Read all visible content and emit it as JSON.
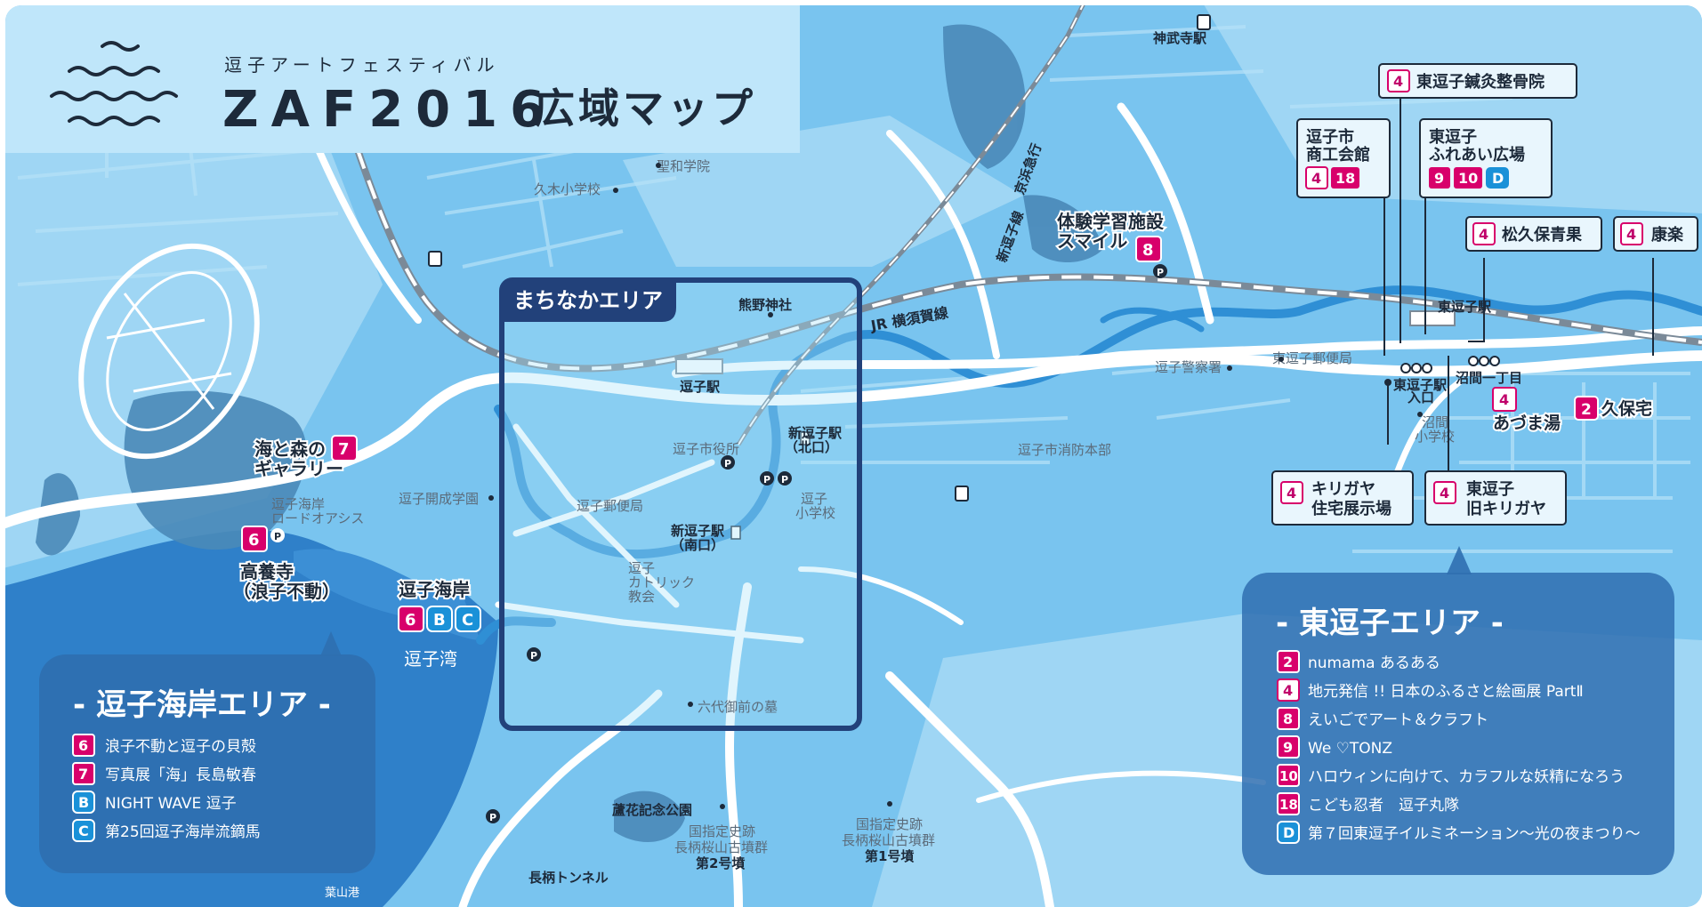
{
  "title": {
    "subtitle": "逗子アートフェスティバル",
    "main": "ZAF2016",
    "suffix": "広域マップ"
  },
  "colors": {
    "sea": "#2f80c9",
    "land": "#79c4ef",
    "land_light": "#a9dcf6",
    "road": "#ffffff",
    "badge_magenta": "#d8006b",
    "badge_blue": "#1a91d8",
    "panel_navy": "#274f86",
    "label_dark": "#1d2a3a"
  },
  "areas": {
    "machinaka": "まちなかエリア",
    "zushi_coast": {
      "title": "- 逗子海岸エリア -",
      "items": [
        {
          "badge": "6",
          "color": "magenta",
          "text": "浪子不動と逗子の貝殻"
        },
        {
          "badge": "7",
          "color": "magenta",
          "text": "写真展「海」長島敏春"
        },
        {
          "badge": "B",
          "color": "blue",
          "text": "NIGHT WAVE 逗子"
        },
        {
          "badge": "C",
          "color": "blue",
          "text": "第25回逗子海岸流鏑馬"
        }
      ]
    },
    "higashi_zushi": {
      "title": "- 東逗子エリア -",
      "items": [
        {
          "badge": "2",
          "color": "magenta",
          "text": "numama あるある"
        },
        {
          "badge": "4",
          "color": "magenta",
          "text": "地元発信 !! 日本のふるさと絵画展 PartⅡ"
        },
        {
          "badge": "8",
          "color": "magenta",
          "text": "えいごでアート＆クラフト"
        },
        {
          "badge": "9",
          "color": "magenta",
          "text": "We ♡TONZ"
        },
        {
          "badge": "10",
          "color": "magenta",
          "text": "ハロウィンに向けて、カラフルな妖精になろう"
        },
        {
          "badge": "18",
          "color": "magenta",
          "text": "こども忍者　逗子丸隊"
        },
        {
          "badge": "D",
          "color": "blue",
          "text": "第７回東逗子イルミネーション〜光の夜まつり〜"
        }
      ]
    }
  },
  "venues": {
    "umi_mori": {
      "l1": "海と森の",
      "l2": "ギャラリー",
      "badge": "7"
    },
    "koyoji": {
      "l1": "高養寺",
      "l2": "（浪子不動）",
      "badge": "6"
    },
    "zushi_kaigan": {
      "name": "逗子海岸",
      "badges": [
        "6",
        "B",
        "C"
      ]
    },
    "taiken": {
      "l1": "体験学習施設",
      "l2": "スマイル",
      "badge": "8"
    },
    "shokokai": {
      "l1": "逗子市",
      "l2": "商工会館",
      "badges": [
        "4",
        "18"
      ]
    },
    "fureai": {
      "l1": "東逗子",
      "l2": "ふれあい広場",
      "badges": [
        "9",
        "10",
        "D"
      ]
    },
    "shinkyu": {
      "name": "東逗子鍼灸整骨院",
      "badge": "4"
    },
    "matsukubo": {
      "name": "松久保青果",
      "badge": "4"
    },
    "koraku": {
      "name": "康楽",
      "badge": "4"
    },
    "kirigaya_show": {
      "l1": "キリガヤ",
      "l2": "住宅展示場",
      "badge": "4"
    },
    "kirigaya_old": {
      "l1": "東逗子",
      "l2": "旧キリガヤ",
      "badge": "4"
    },
    "azuma": {
      "name": "あづま湯",
      "badge": "4"
    },
    "kubotaku": {
      "name": "久保宅",
      "badge": "2"
    }
  },
  "places": {
    "jinmuji": "神武寺駅",
    "seiwa": "聖和学院",
    "hisaki": "久木小学校",
    "kumano": "熊野神社",
    "jr": "JR 横須賀線",
    "keikyu": "京浜急行",
    "shinzushi_line": "新逗子線",
    "zushi_sta": "逗子駅",
    "city_hall": "逗子市役所",
    "shinzushi_n1": "新逗子駅",
    "shinzushi_n2": "（北口）",
    "shinzushi_s1": "新逗子駅",
    "shinzushi_s2": "（南口）",
    "post": "逗子郵便局",
    "kaisei": "逗子開成学園",
    "roadoasis1": "逗子海岸",
    "roadoasis2": "ロードオアシス",
    "catholic1": "逗子",
    "catholic2": "カトリック",
    "catholic3": "教会",
    "zushi_es1": "逗子",
    "zushi_es2": "小学校",
    "zushi_bay": "逗子湾",
    "rokudai": "六代御前の墓",
    "roka": "蘆花記念公園",
    "kofun2_1": "国指定史跡",
    "kofun2_2": "長柄桜山古墳群",
    "kofun2_3": "第2号墳",
    "kofun1_1": "国指定史跡",
    "kofun1_2": "長柄桜山古墳群",
    "kofun1_3": "第1号墳",
    "nagara_tunnel": "長柄トンネル",
    "hayama": "葉山港",
    "fire": "逗子市消防本部",
    "police": "逗子警察署",
    "higashi_post": "東逗子郵便局",
    "higashi_sta": "東逗子駅",
    "higashi_entr1": "東逗子駅",
    "higashi_entr2": "入口",
    "numama_es1": "沼間",
    "numama_es2": "小学校",
    "numama_1": "沼間一丁目"
  }
}
